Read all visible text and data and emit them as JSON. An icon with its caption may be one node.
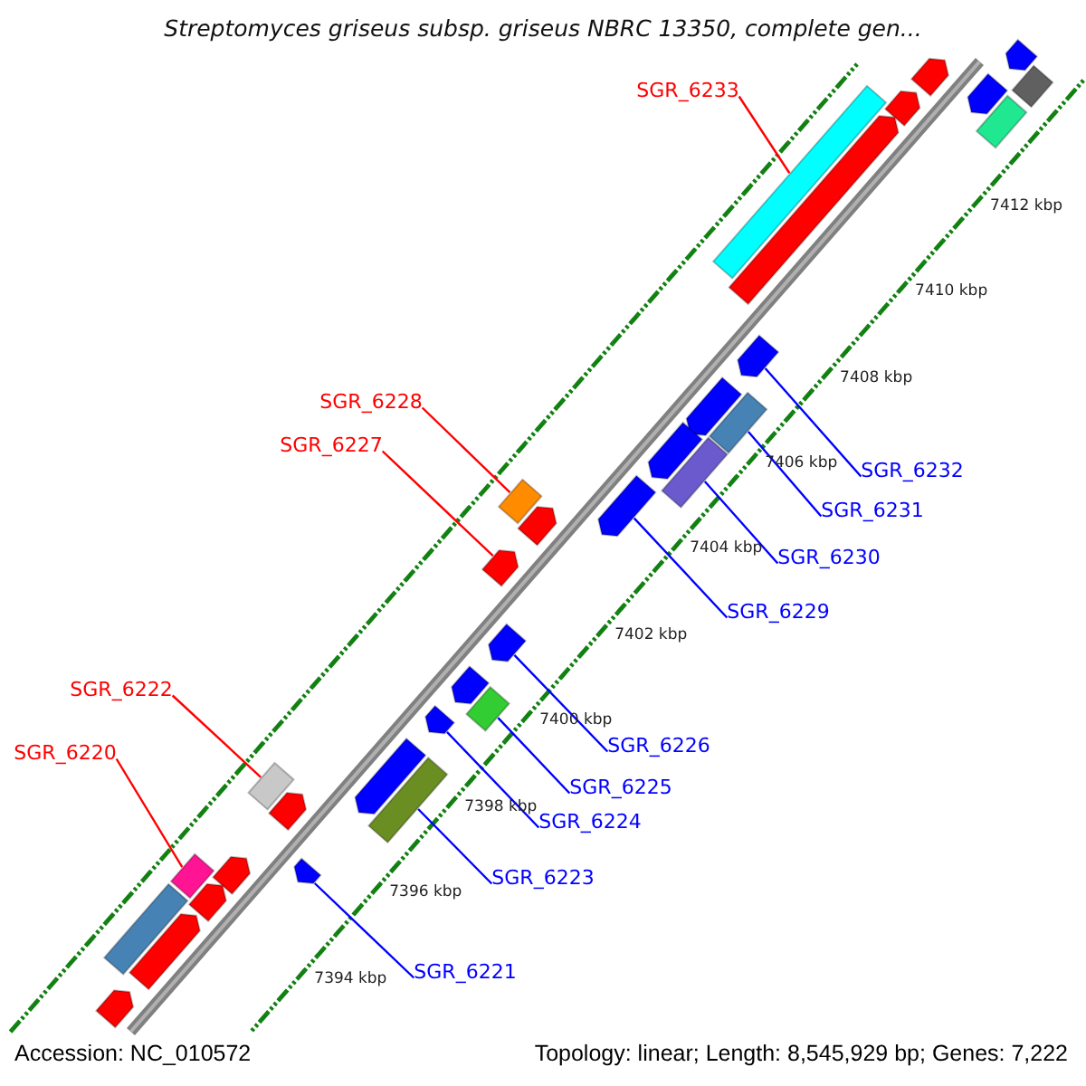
{
  "diagram": {
    "title": "Streptomyces griseus subsp. griseus NBRC 13350, complete gen...",
    "nodes": [
      {
        "text": [
          "SGR_6233"
        ]
      },
      {
        "text": [],
        "shape": "bar"
      },
      {
        "text": [
          "SGR_6232"
        ]
      },
      {
        "text": [],
        "shape": "arrow"
      },
      {
        "text": [
          "SGR_6231"
        ]
      },
      {
        "text": [],
        "shape": "bar"
      },
      {
        "text": [
          "SGR_6228"
        ]
      },
      {
        "text": [],
        "shape": "bar"
      },
      {
        "text": [
          "SGR_6230"
        ]
      },
      {
        "text": [],
        "shape": "bar"
      },
      {
        "text": [
          "SGR_6227"
        ]
      },
      {
        "text": [],
        "shape": "arrow"
      },
      {
        "text": [
          "SGR_6229"
        ]
      },
      {
        "text": [],
        "shape": "arrow"
      },
      {
        "text": [
          "SGR_6226"
        ]
      },
      {
        "text": [],
        "shape": "arrow"
      },
      {
        "text": [
          "SGR_6222"
        ]
      },
      {
        "text": [],
        "shape": "bar"
      },
      {
        "text": [
          "SGR_6225"
        ]
      },
      {
        "text": [],
        "shape": "bar"
      },
      {
        "text": [
          "SGR_6224"
        ]
      },
      {
        "text": [],
        "shape": "arrow"
      },
      {
        "text": [
          "SGR_6220"
        ]
      },
      {
        "text": [],
        "shape": "bar"
      },
      {
        "text": [
          "SGR_6223"
        ]
      },
      {
        "text": [],
        "shape": "bar"
      },
      {
        "text": [
          "SGR_6221"
        ]
      },
      {
        "text": [],
        "shape": "arrow"
      },
      {
        "text": [],
        "shape": "arrow"
      },
      {
        "text": [],
        "shape": "arrow"
      },
      {
        "text": [],
        "shape": "arrow"
      },
      {
        "text": [],
        "shape": "arrow"
      },
      {
        "text": [],
        "shape": "arrow"
      },
      {
        "text": [],
        "shape": "arrow"
      },
      {
        "text": [],
        "shape": "arrow"
      },
      {
        "text": [],
        "shape": "arrow"
      },
      {
        "text": [],
        "shape": "arrow"
      },
      {
        "text": [],
        "shape": "bar"
      },
      {
        "text": [],
        "shape": "arrow"
      },
      {
        "text": [],
        "shape": "arrow"
      },
      {
        "text": [],
        "shape": "arrow"
      },
      {
        "text": [],
        "shape": "arrow"
      },
      {
        "text": [],
        "shape": "arrow"
      },
      {
        "text": [],
        "shape": "arrow"
      },
      {
        "text": [],
        "shape": "bar"
      },
      {
        "text": [],
        "shape": "bar"
      }
    ],
    "edges": [
      {
        "from": 0,
        "to": 1,
        "arrow": "none",
        "color": "#ff0000"
      },
      {
        "from": 2,
        "to": 3,
        "arrow": "none"
      },
      {
        "from": 4,
        "to": 5,
        "arrow": "none"
      },
      {
        "from": 6,
        "to": 7,
        "arrow": "none",
        "color": "#ff0000"
      },
      {
        "from": 8,
        "to": 9,
        "arrow": "none"
      },
      {
        "from": 10,
        "to": 11,
        "arrow": "none",
        "color": "#ff0000"
      },
      {
        "from": 12,
        "to": 13,
        "arrow": "none"
      },
      {
        "from": 14,
        "to": 15,
        "arrow": "none"
      },
      {
        "from": 16,
        "to": 17,
        "arrow": "none",
        "color": "#ff0000"
      },
      {
        "from": 18,
        "to": 19,
        "arrow": "none"
      },
      {
        "from": 20,
        "to": 21,
        "arrow": "none"
      },
      {
        "from": 22,
        "to": 23,
        "arrow": "none",
        "color": "#ff0000"
      },
      {
        "from": 24,
        "to": 25,
        "arrow": "none"
      },
      {
        "from": 26,
        "to": 27,
        "arrow": "none"
      }
    ],
    "labels": [
      "7412 kbp",
      "7410 kbp",
      "7408 kbp",
      "7406 kbp",
      "7404 kbp",
      "7402 kbp",
      "7400 kbp",
      "7398 kbp",
      "7396 kbp",
      "7394 kbp",
      "Accession: NC_010572",
      "Topology: linear; Length: 8,545,929 bp; Genes: 7,222"
    ]
  }
}
